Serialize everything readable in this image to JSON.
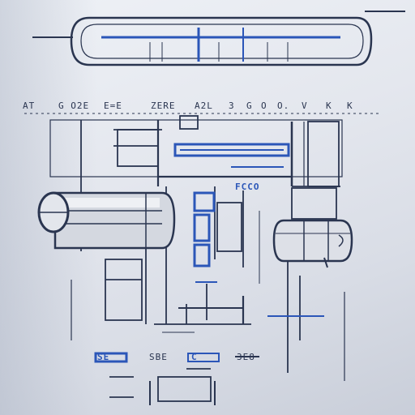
{
  "drawing": {
    "header_labels": [
      "AT",
      "G O2E",
      "E=E",
      "ZERE",
      "A2L",
      "3",
      "G",
      "O",
      "O.",
      "V",
      "K",
      "K"
    ],
    "mid_label": "FCCO",
    "bottom_labels": [
      "SE",
      "SBE",
      "C",
      "3E8"
    ],
    "ink_colors": {
      "pencil": "#2a3550",
      "blue": "#2b56b8",
      "paper": "#e7eaf0"
    }
  }
}
